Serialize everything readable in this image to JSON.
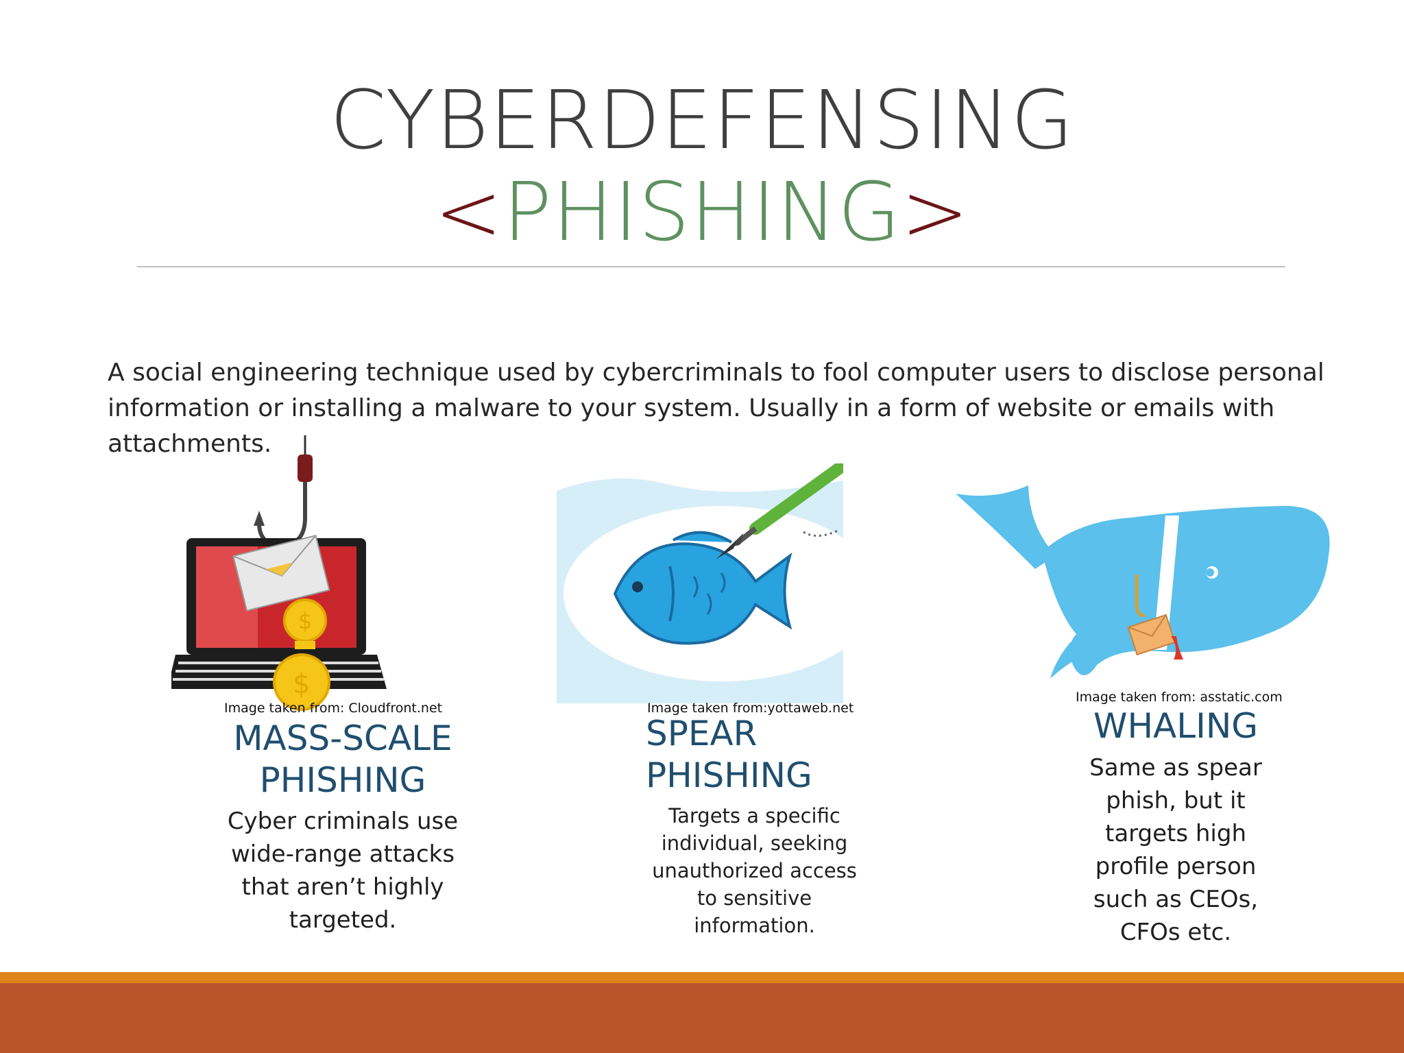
{
  "slide": {
    "title_line1": "CYBERDEFENSING",
    "title_bracket_open": "<",
    "title_line2": "PHISHING",
    "title_bracket_close": ">",
    "intro": "A social engineering technique used by cybercriminals to fool computer users to disclose personal information or installing a malware to your system. Usually in a form of website or emails with attachments."
  },
  "cards": [
    {
      "credit": "Image taken from: Cloudfront.net",
      "heading": "MASS-SCALE PHISHING",
      "body": "Cyber criminals use wide-range attacks that aren’t highly targeted.",
      "icon": "laptop-phishing-icon"
    },
    {
      "credit": "Image taken from:yottaweb.net",
      "heading": "SPEAR PHISHING",
      "body": "Targets a specific individual, seeking unauthorized access to sensitive information.",
      "icon": "fish-spear-icon"
    },
    {
      "credit": "Image taken from: asstatic.com",
      "heading": "WHALING",
      "body": "Same as spear phish, but it targets high profile person such as CEOs, CFOs etc.",
      "icon": "whale-hook-icon"
    }
  ],
  "colors": {
    "title": "#3f3f3f",
    "title_green": "#5e9160",
    "title_bracket": "#6b1416",
    "heading": "#1f4e6e",
    "orange_bar": "#de8418",
    "rust_bar": "#b8562a"
  }
}
